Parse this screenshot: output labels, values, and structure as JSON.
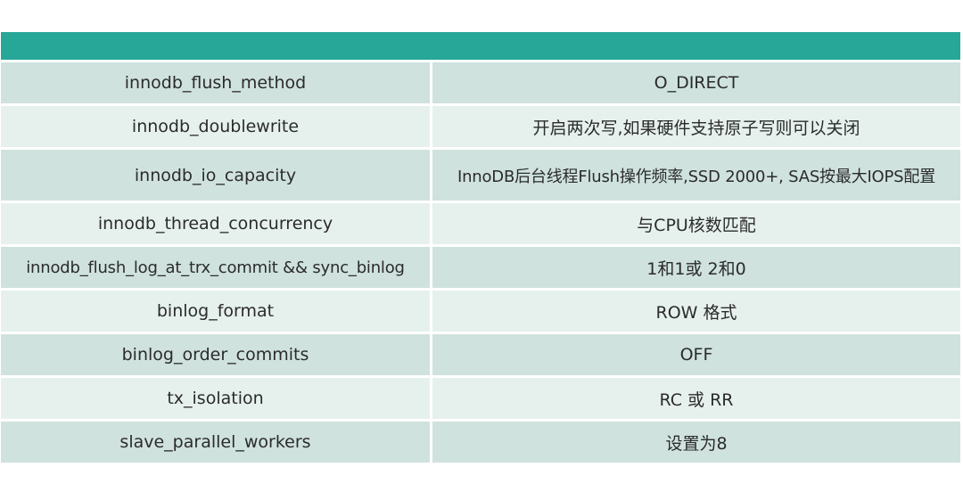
{
  "colors": {
    "header": "#26a797",
    "row_odd": "#cfe2de",
    "row_even": "#e6f1ee",
    "text": "#2b2b2b"
  },
  "rows": [
    {
      "param": "innodb_flush_method",
      "value": "O_DIRECT"
    },
    {
      "param": "innodb_doublewrite",
      "value": "开启两次写,如果硬件支持原子写则可以关闭"
    },
    {
      "param": "innodb_io_capacity",
      "value": "InnoDB后台线程Flush操作频率,SSD 2000+, SAS按最大IOPS配置"
    },
    {
      "param": "innodb_thread_concurrency",
      "value": "与CPU核数匹配"
    },
    {
      "param": "innodb_flush_log_at_trx_commit && sync_binlog",
      "value": "1和1或  2和0"
    },
    {
      "param": "binlog_format",
      "value": "ROW 格式"
    },
    {
      "param": "binlog_order_commits",
      "value": "OFF"
    },
    {
      "param": "tx_isolation",
      "value": "RC  或 RR"
    },
    {
      "param": "slave_parallel_workers",
      "value": "设置为8"
    }
  ]
}
